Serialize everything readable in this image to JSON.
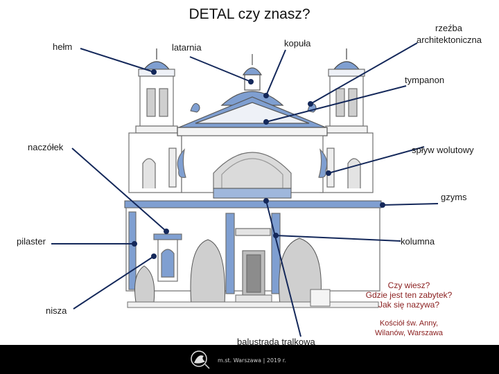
{
  "title": "DETAL czy znasz?",
  "labels": {
    "helm": "hełm",
    "latarnia": "latarnia",
    "kopula": "kopuła",
    "rzezba": [
      "rzeźba",
      "architektoniczna"
    ],
    "tympanon": "tympanon",
    "naczolek": "naczółek",
    "splyw": "spływ wolutowy",
    "gzyms": "gzyms",
    "pilaster": "pilaster",
    "kolumna": "kolumna",
    "nisza": "nisza",
    "balustrada": "balustrada tralkowa"
  },
  "question": [
    "Czy wiesz?",
    "Gdzie jest ten zabytek?",
    "Jak się nazywa?"
  ],
  "answer": [
    "Kościół św. Anny,",
    "Wilanów, Warszawa"
  ],
  "footer": "m.st. Warszawa | 2019 r.",
  "colors": {
    "highlight": "#7f9fd1",
    "line": "#14285a",
    "question": "#8b2020",
    "footer_bg": "#000000"
  }
}
